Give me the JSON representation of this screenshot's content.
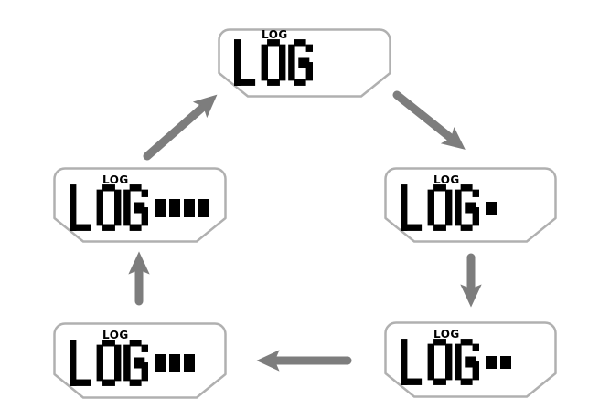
{
  "figure": {
    "description": "Cycle diagram of LCD log-interval states",
    "states": [
      {
        "name": "log-0-bars",
        "position": "top",
        "indicator": "LOG",
        "display": "LOG",
        "bars": 0
      },
      {
        "name": "log-1-bar",
        "position": "right",
        "indicator": "LOG",
        "display": "LOG",
        "bars": 1
      },
      {
        "name": "log-2-bars",
        "position": "bottom-right",
        "indicator": "LOG",
        "display": "LOG",
        "bars": 2
      },
      {
        "name": "log-3-bars",
        "position": "bottom-left",
        "indicator": "LOG",
        "display": "LOG",
        "bars": 3
      },
      {
        "name": "log-4-bars",
        "position": "left",
        "indicator": "LOG",
        "display": "LOG",
        "bars": 4
      }
    ],
    "transitions": [
      {
        "from": "log-0-bars",
        "to": "log-1-bar",
        "direction": "down-right"
      },
      {
        "from": "log-1-bar",
        "to": "log-2-bars",
        "direction": "down"
      },
      {
        "from": "log-2-bars",
        "to": "log-3-bars",
        "direction": "left"
      },
      {
        "from": "log-3-bars",
        "to": "log-4-bars",
        "direction": "up"
      },
      {
        "from": "log-4-bars",
        "to": "log-0-bars",
        "direction": "up-right"
      }
    ],
    "colors": {
      "arrow": "#7d7d7d",
      "panel_border": "#b0b0b0",
      "panel_fill": "#ffffff",
      "text": "#000000"
    }
  }
}
